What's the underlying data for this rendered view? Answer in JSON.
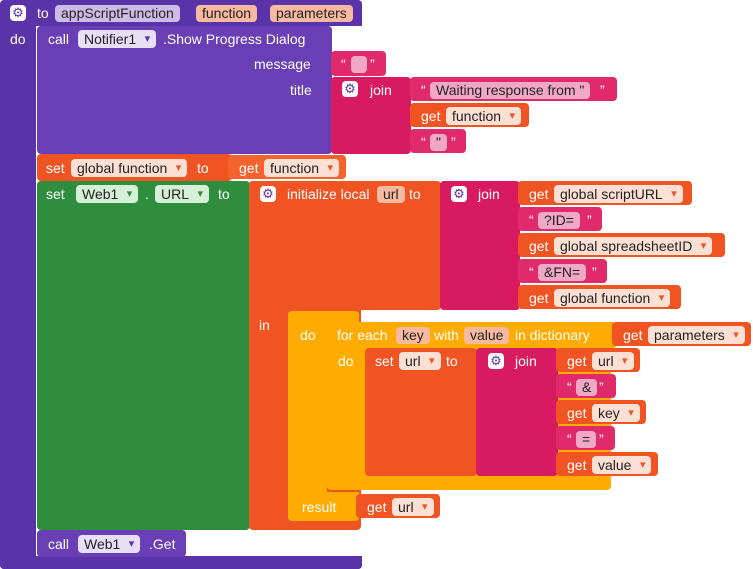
{
  "procedure": {
    "to": "to",
    "name": "appScriptFunction",
    "params": [
      "function",
      "parameters"
    ],
    "do": "do"
  },
  "call_dialog": {
    "call": "call",
    "component": "Notifier1",
    "method": ".Show Progress Dialog",
    "message_label": "message",
    "title_label": "title",
    "message_value": "",
    "join": "join",
    "join_items": {
      "text1": "Waiting response from \"",
      "get": "get",
      "get_var": "function",
      "text2": "\""
    }
  },
  "set_global": {
    "set": "set",
    "var": "global function",
    "to": "to",
    "get": "get",
    "get_var": "function"
  },
  "set_url": {
    "set": "set",
    "component": "Web1",
    "dot": ".",
    "prop": "URL",
    "to": "to",
    "init_local": "initialize local",
    "local_var": "url",
    "to2": "to",
    "join": "join",
    "items": [
      {
        "kind": "get",
        "label": "get",
        "value": "global scriptURL"
      },
      {
        "kind": "text",
        "value": "?ID="
      },
      {
        "kind": "get",
        "label": "get",
        "value": "global spreadsheetID"
      },
      {
        "kind": "text",
        "value": "&FN="
      },
      {
        "kind": "get",
        "label": "get",
        "value": "global function"
      }
    ],
    "in": "in",
    "do": "do",
    "result": "result",
    "result_get": "get",
    "result_var": "url"
  },
  "foreach": {
    "for_each": "for each",
    "key": "key",
    "with": "with",
    "value": "value",
    "in_dictionary": "in dictionary",
    "get": "get",
    "dict_var": "parameters",
    "do": "do",
    "set": "set",
    "set_var": "url",
    "to": "to",
    "join": "join",
    "items": [
      {
        "kind": "get",
        "label": "get",
        "value": "url"
      },
      {
        "kind": "text",
        "value": "&"
      },
      {
        "kind": "get",
        "label": "get",
        "value": "key"
      },
      {
        "kind": "text",
        "value": "="
      },
      {
        "kind": "get",
        "label": "get",
        "value": "value"
      }
    ]
  },
  "call_get": {
    "call": "call",
    "component": "Web1",
    "method": ".Get"
  },
  "colors": {
    "procedure": "#5b33a8",
    "text_join": "#d81b60",
    "variables": "#f05423",
    "component": "#2f8e3e",
    "control": "#ffab00"
  }
}
